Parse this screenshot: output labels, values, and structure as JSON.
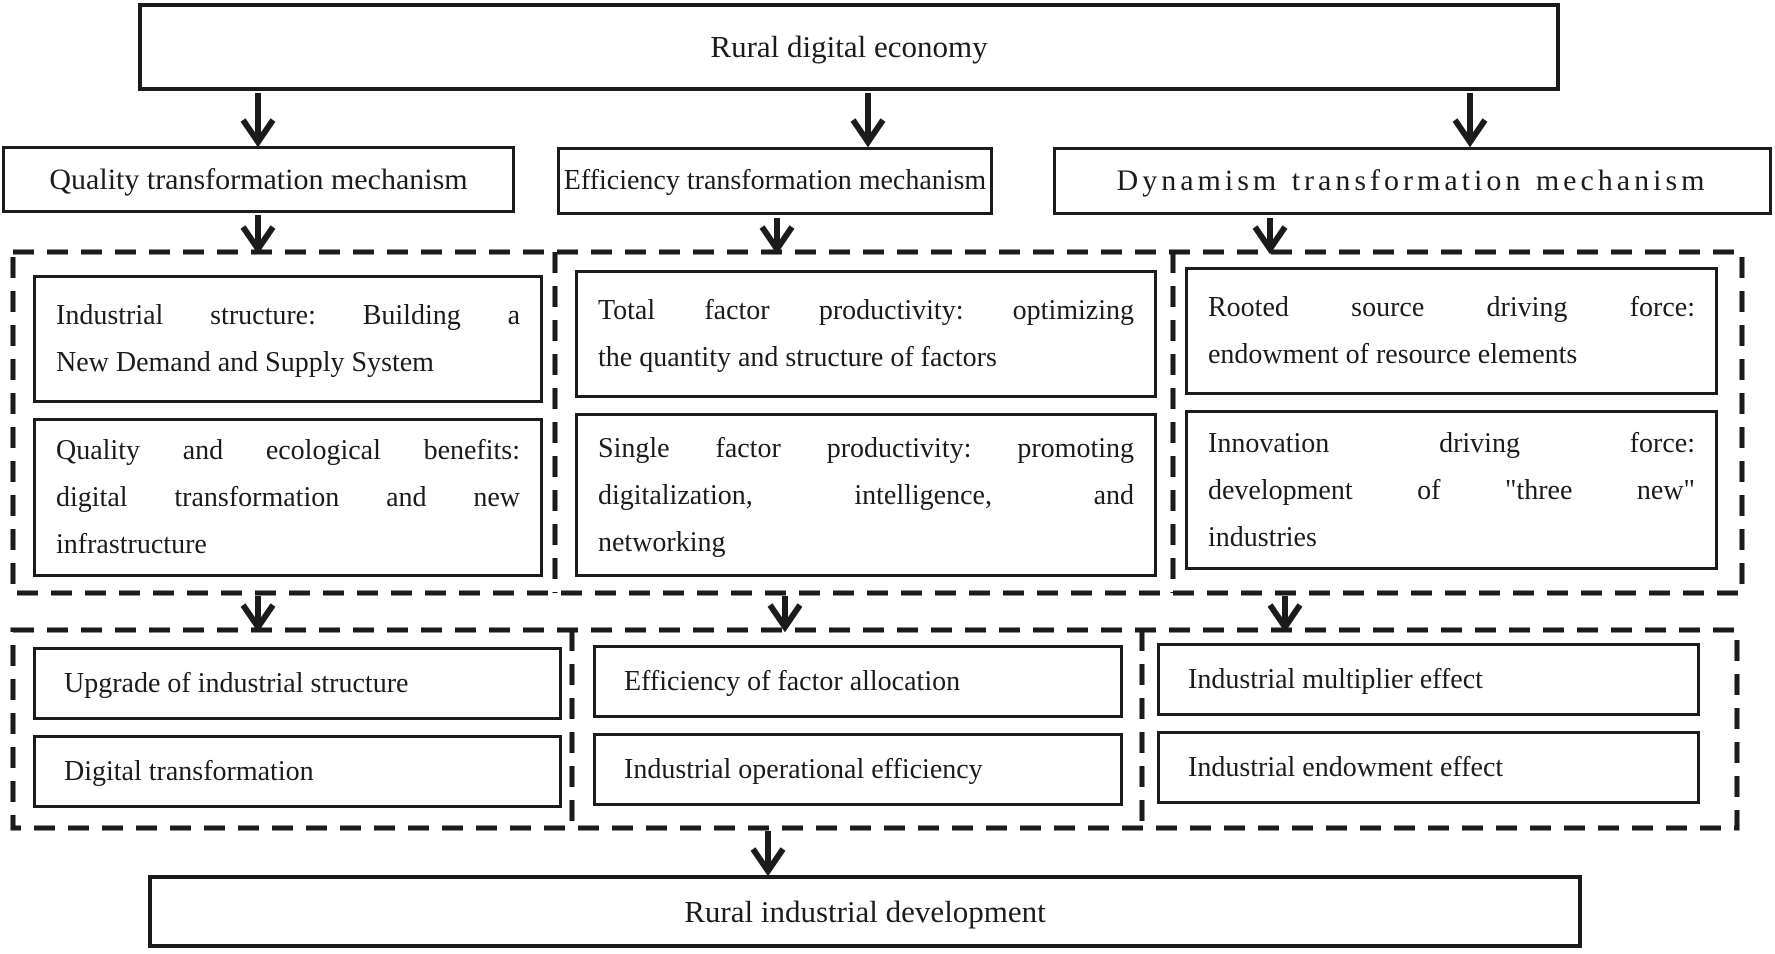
{
  "diagram": {
    "top_box": {
      "label": "Rural digital economy"
    },
    "bottom_box": {
      "label": "Rural industrial development"
    },
    "mechanisms": [
      {
        "title": "Quality transformation mechanism",
        "details": [
          {
            "lines": [
              "Industrial structure: Building a",
              "New Demand and Supply System"
            ]
          },
          {
            "lines": [
              "Quality and ecological benefits:",
              "digital transformation and new",
              "infrastructure"
            ]
          }
        ],
        "outcomes": [
          "Upgrade of industrial structure",
          "Digital transformation"
        ]
      },
      {
        "title": "Efficiency transformation mechanism",
        "details": [
          {
            "lines": [
              "Total factor productivity: optimizing",
              "the quantity and structure of factors"
            ]
          },
          {
            "lines": [
              "Single factor productivity: promoting",
              "digitalization, intelligence, and",
              "networking"
            ]
          }
        ],
        "outcomes": [
          "Efficiency of factor allocation",
          "Industrial operational efficiency"
        ]
      },
      {
        "title": "Dynamism transformation mechanism",
        "details": [
          {
            "lines": [
              "Rooted source driving force:",
              "endowment of resource elements"
            ]
          },
          {
            "lines": [
              "Innovation driving force:",
              "development of \"three new\"",
              "industries"
            ]
          }
        ],
        "outcomes": [
          "Industrial multiplier effect",
          "Industrial endowment effect"
        ]
      }
    ],
    "colors": {
      "line": "#1b1b1b",
      "text": "#1b1b1b",
      "background": "#ffffff"
    }
  }
}
